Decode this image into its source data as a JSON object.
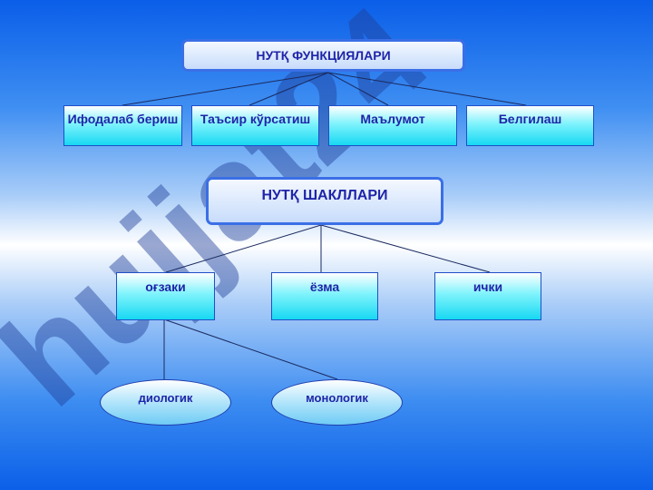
{
  "functions": {
    "title": "НУТҚ ФУНКЦИЯЛАРИ",
    "items": [
      "Ифодалаб бериш",
      "Таъсир кўрсатиш",
      "Маълумот",
      "Белгилаш"
    ]
  },
  "forms": {
    "title": "НУТҚ ШАКЛЛАРИ",
    "items": [
      "оғзаки",
      "ёзма",
      "ички"
    ],
    "oral_subtypes": [
      "диологик",
      "монологик"
    ]
  },
  "watermark": {
    "text": "hujjat24",
    "color": "#1e3f99"
  },
  "colors": {
    "text": "#1f25a8",
    "border": "#3a6fe6",
    "cyan": "#17d8f2"
  }
}
